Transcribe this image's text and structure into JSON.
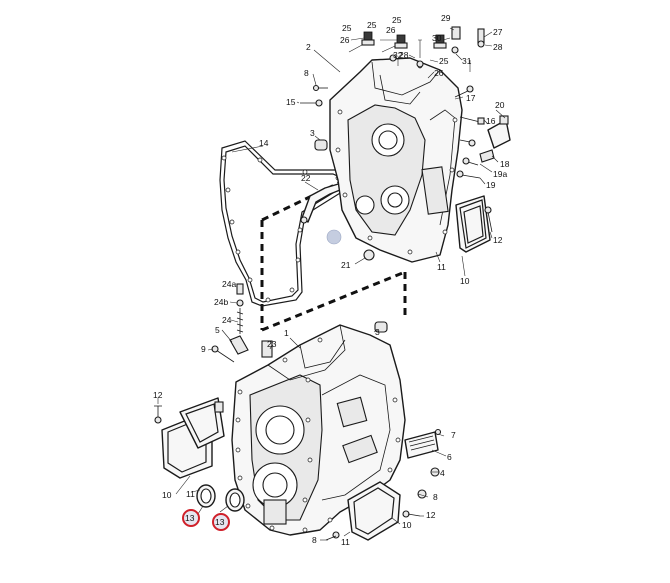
{
  "diagram": {
    "callouts_upper": [
      {
        "id": "c25a",
        "text": "25"
      },
      {
        "id": "c26a",
        "text": "26"
      },
      {
        "id": "c25b",
        "text": "25"
      },
      {
        "id": "c26b",
        "text": "26"
      },
      {
        "id": "c29",
        "text": "29"
      },
      {
        "id": "c30",
        "text": "30"
      },
      {
        "id": "c27",
        "text": "27"
      },
      {
        "id": "c28a",
        "text": "28"
      },
      {
        "id": "c28b",
        "text": "28"
      },
      {
        "id": "c32",
        "text": "32"
      },
      {
        "id": "c25c",
        "text": "25"
      },
      {
        "id": "c31",
        "text": "31"
      },
      {
        "id": "c26c",
        "text": "26"
      },
      {
        "id": "c2",
        "text": "2"
      },
      {
        "id": "c8a",
        "text": "8"
      },
      {
        "id": "c15",
        "text": "15"
      },
      {
        "id": "c17",
        "text": "17"
      },
      {
        "id": "c20",
        "text": "20"
      },
      {
        "id": "c16",
        "text": "16"
      },
      {
        "id": "c3a",
        "text": "3"
      },
      {
        "id": "c14",
        "text": "14"
      },
      {
        "id": "c18",
        "text": "18"
      },
      {
        "id": "c19a",
        "text": "19a"
      },
      {
        "id": "c19",
        "text": "19"
      },
      {
        "id": "c22",
        "text": "22"
      },
      {
        "id": "c12a",
        "text": "12"
      },
      {
        "id": "c21",
        "text": "21"
      },
      {
        "id": "c11a",
        "text": "11"
      },
      {
        "id": "c10a",
        "text": "10"
      }
    ],
    "callouts_lower": [
      {
        "id": "c24a",
        "text": "24a"
      },
      {
        "id": "c24b",
        "text": "24b"
      },
      {
        "id": "c24",
        "text": "24"
      },
      {
        "id": "c5",
        "text": "5"
      },
      {
        "id": "c3b",
        "text": "3"
      },
      {
        "id": "c1",
        "text": "1"
      },
      {
        "id": "c23",
        "text": "23"
      },
      {
        "id": "c9",
        "text": "9"
      },
      {
        "id": "c12b",
        "text": "12"
      },
      {
        "id": "c7",
        "text": "7"
      },
      {
        "id": "c6",
        "text": "6"
      },
      {
        "id": "c4",
        "text": "4"
      },
      {
        "id": "c8b",
        "text": "8"
      },
      {
        "id": "c12c",
        "text": "12"
      },
      {
        "id": "c10b",
        "text": "10"
      },
      {
        "id": "c11b",
        "text": "11"
      },
      {
        "id": "c10c",
        "text": "10"
      },
      {
        "id": "c8c",
        "text": "8"
      },
      {
        "id": "c11c",
        "text": "11"
      }
    ],
    "highlighted": [
      {
        "id": "h13a",
        "text": "13"
      },
      {
        "id": "h13b",
        "text": "13"
      }
    ],
    "highlight_color": "#d0202a"
  }
}
